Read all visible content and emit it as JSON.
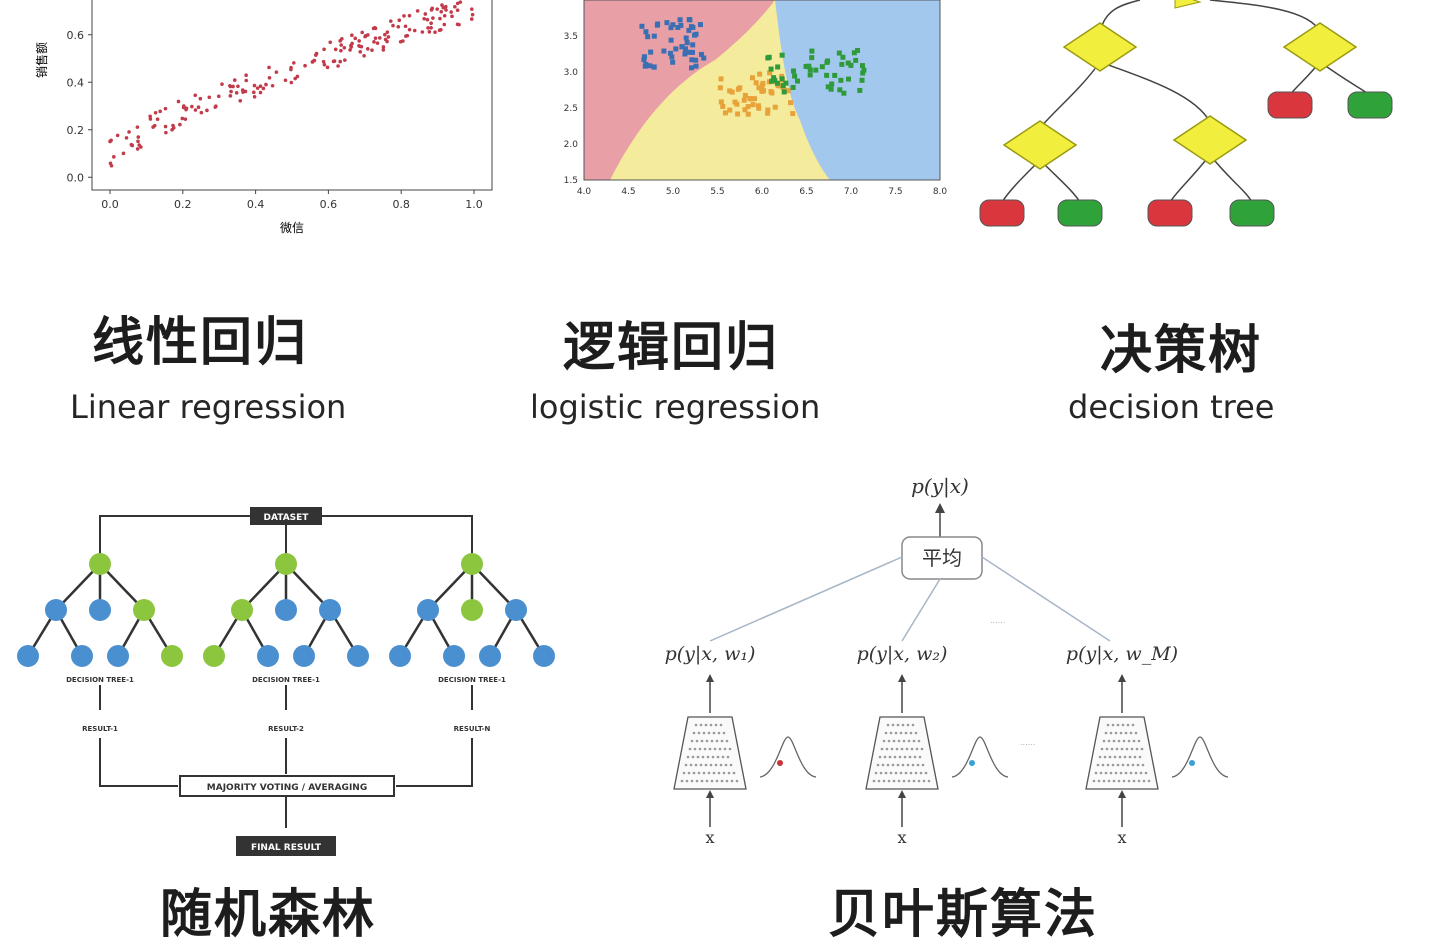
{
  "titles": {
    "linear_zh": "线性回归",
    "linear_en": "Linear regression",
    "logistic_zh": "逻辑回归",
    "logistic_en": "logistic regression",
    "tree_zh": "决策树",
    "tree_en": "decision tree",
    "forest_zh": "随机森林",
    "bayes_zh": "贝叶斯算法"
  },
  "linear_chart": {
    "xlabel": "微信",
    "ylabel": "销售额",
    "x_ticks": [
      "0.0",
      "0.2",
      "0.4",
      "0.6",
      "0.8",
      "1.0"
    ],
    "y_ticks": [
      "0.0",
      "0.2",
      "0.4",
      "0.6"
    ],
    "xlim": [
      0,
      1
    ],
    "ylim": [
      -0.02,
      0.78
    ],
    "point_color": "#c23b4a"
  },
  "logistic_chart": {
    "x_ticks": [
      "4.0",
      "4.5",
      "5.0",
      "5.5",
      "6.0",
      "6.5",
      "7.0",
      "7.5",
      "8.0"
    ],
    "y_ticks": [
      "1.5",
      "2.0",
      "2.5",
      "3.0",
      "3.5"
    ],
    "xlim": [
      4.0,
      8.0
    ],
    "ylim": [
      1.5,
      4.0
    ],
    "region_colors": {
      "left": "#e8a0a6",
      "middle": "#f4ec9c",
      "right": "#a2c8ee"
    },
    "class_colors": [
      "#3a6fb4",
      "#e8a23a",
      "#2f9a3a"
    ]
  },
  "decision_tree": {
    "node_fill": "#f2ee3e",
    "node_stroke": "#9a9a10",
    "leaf_red": "#d9363e",
    "leaf_green": "#2fa33a"
  },
  "random_forest": {
    "dataset_label": "DATASET",
    "tree_labels": [
      "DECISION TREE-1",
      "DECISION TREE-1",
      "DECISION TREE-1"
    ],
    "result_labels": [
      "RESULT-1",
      "RESULT-2",
      "RESULT-N"
    ],
    "voting_label": "MAJORITY VOTING / AVERAGING",
    "final_label": "FINAL RESULT",
    "node_blue": "#4a8fd0",
    "node_green": "#8cc63f"
  },
  "bayes": {
    "output_label": "p(y|x)",
    "average_label": "平均",
    "models": [
      {
        "label": "p(y|x, w₁)",
        "input": "x"
      },
      {
        "label": "p(y|x, w₂)",
        "input": "x"
      },
      {
        "label": "p(y|x, w_M)",
        "input": "x"
      }
    ]
  }
}
